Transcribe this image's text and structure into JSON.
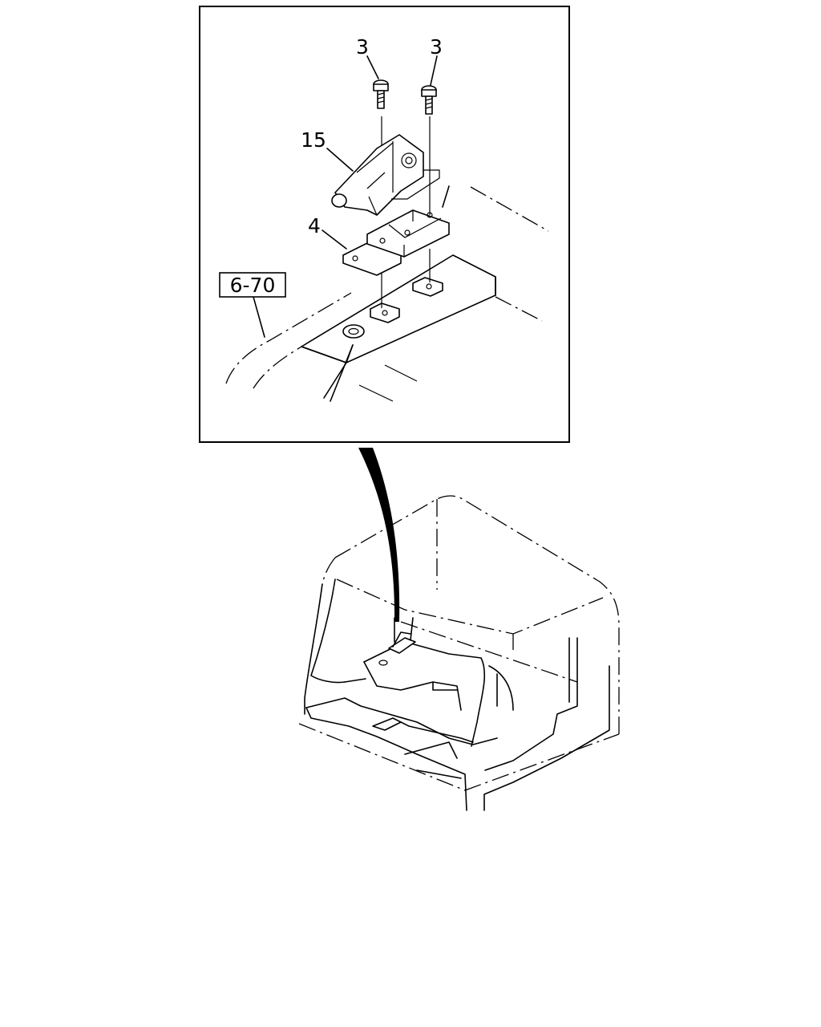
{
  "callouts": {
    "bolt_left": "3",
    "bolt_right": "3",
    "hinge": "15",
    "bracket": "4",
    "reference": "6-70"
  }
}
